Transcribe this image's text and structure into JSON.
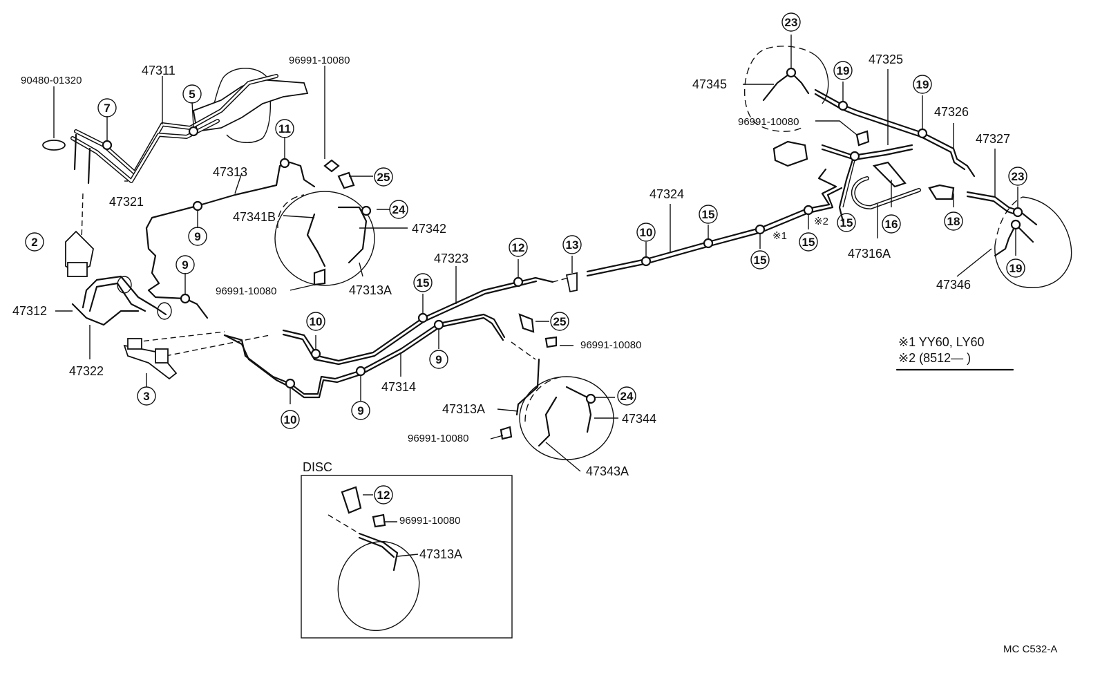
{
  "labels": {
    "p90480": "90480-01320",
    "p47311": "47311",
    "p96991_top": "96991-10080",
    "p47321": "47321",
    "p47313": "47313",
    "p47341B": "47341B",
    "p47342": "47342",
    "p96991_mid": "96991-10080",
    "p47313A_a": "47313A",
    "p47312": "47312",
    "p47322": "47322",
    "p47323": "47323",
    "p47314": "47314",
    "p47324": "47324",
    "p96991_b25": "96991-10080",
    "p47313A_b": "47313A",
    "p96991_b": "96991-10080",
    "p47344": "47344",
    "p47343A": "47343A",
    "p47345": "47345",
    "p96991_r": "96991-10080",
    "p47325": "47325",
    "p47326": "47326",
    "p47327": "47327",
    "p47316A": "47316A",
    "p47346": "47346",
    "disc_title": "DISC",
    "p96991_disc": "96991-10080",
    "p47313A_disc": "47313A",
    "ref_code": "MC  C532-A"
  },
  "bubbles": {
    "b7": "7",
    "b5": "5",
    "b11": "11",
    "b25a": "25",
    "b9a": "9",
    "b24a": "24",
    "b2": "2",
    "b9b": "9",
    "b3": "3",
    "b10a": "10",
    "b10b": "10",
    "b9c": "9",
    "b15a": "15",
    "b9d": "9",
    "b12": "12",
    "b13": "13",
    "b25b": "25",
    "b24b": "24",
    "b10c": "10",
    "b15b": "15",
    "b15c": "15",
    "b15d": "15",
    "b23a": "23",
    "b19a": "19",
    "b19b": "19",
    "b15e": "15",
    "b16": "16",
    "b18": "18",
    "b23b": "23",
    "b19c": "19",
    "b12disc": "12"
  },
  "notes": {
    "mark1": "※1",
    "mark2": "※2",
    "legend1": "※1 YY60, LY60",
    "legend2": "※2 (8512―       )"
  },
  "colors": {
    "line": "#111111",
    "background": "#ffffff"
  }
}
